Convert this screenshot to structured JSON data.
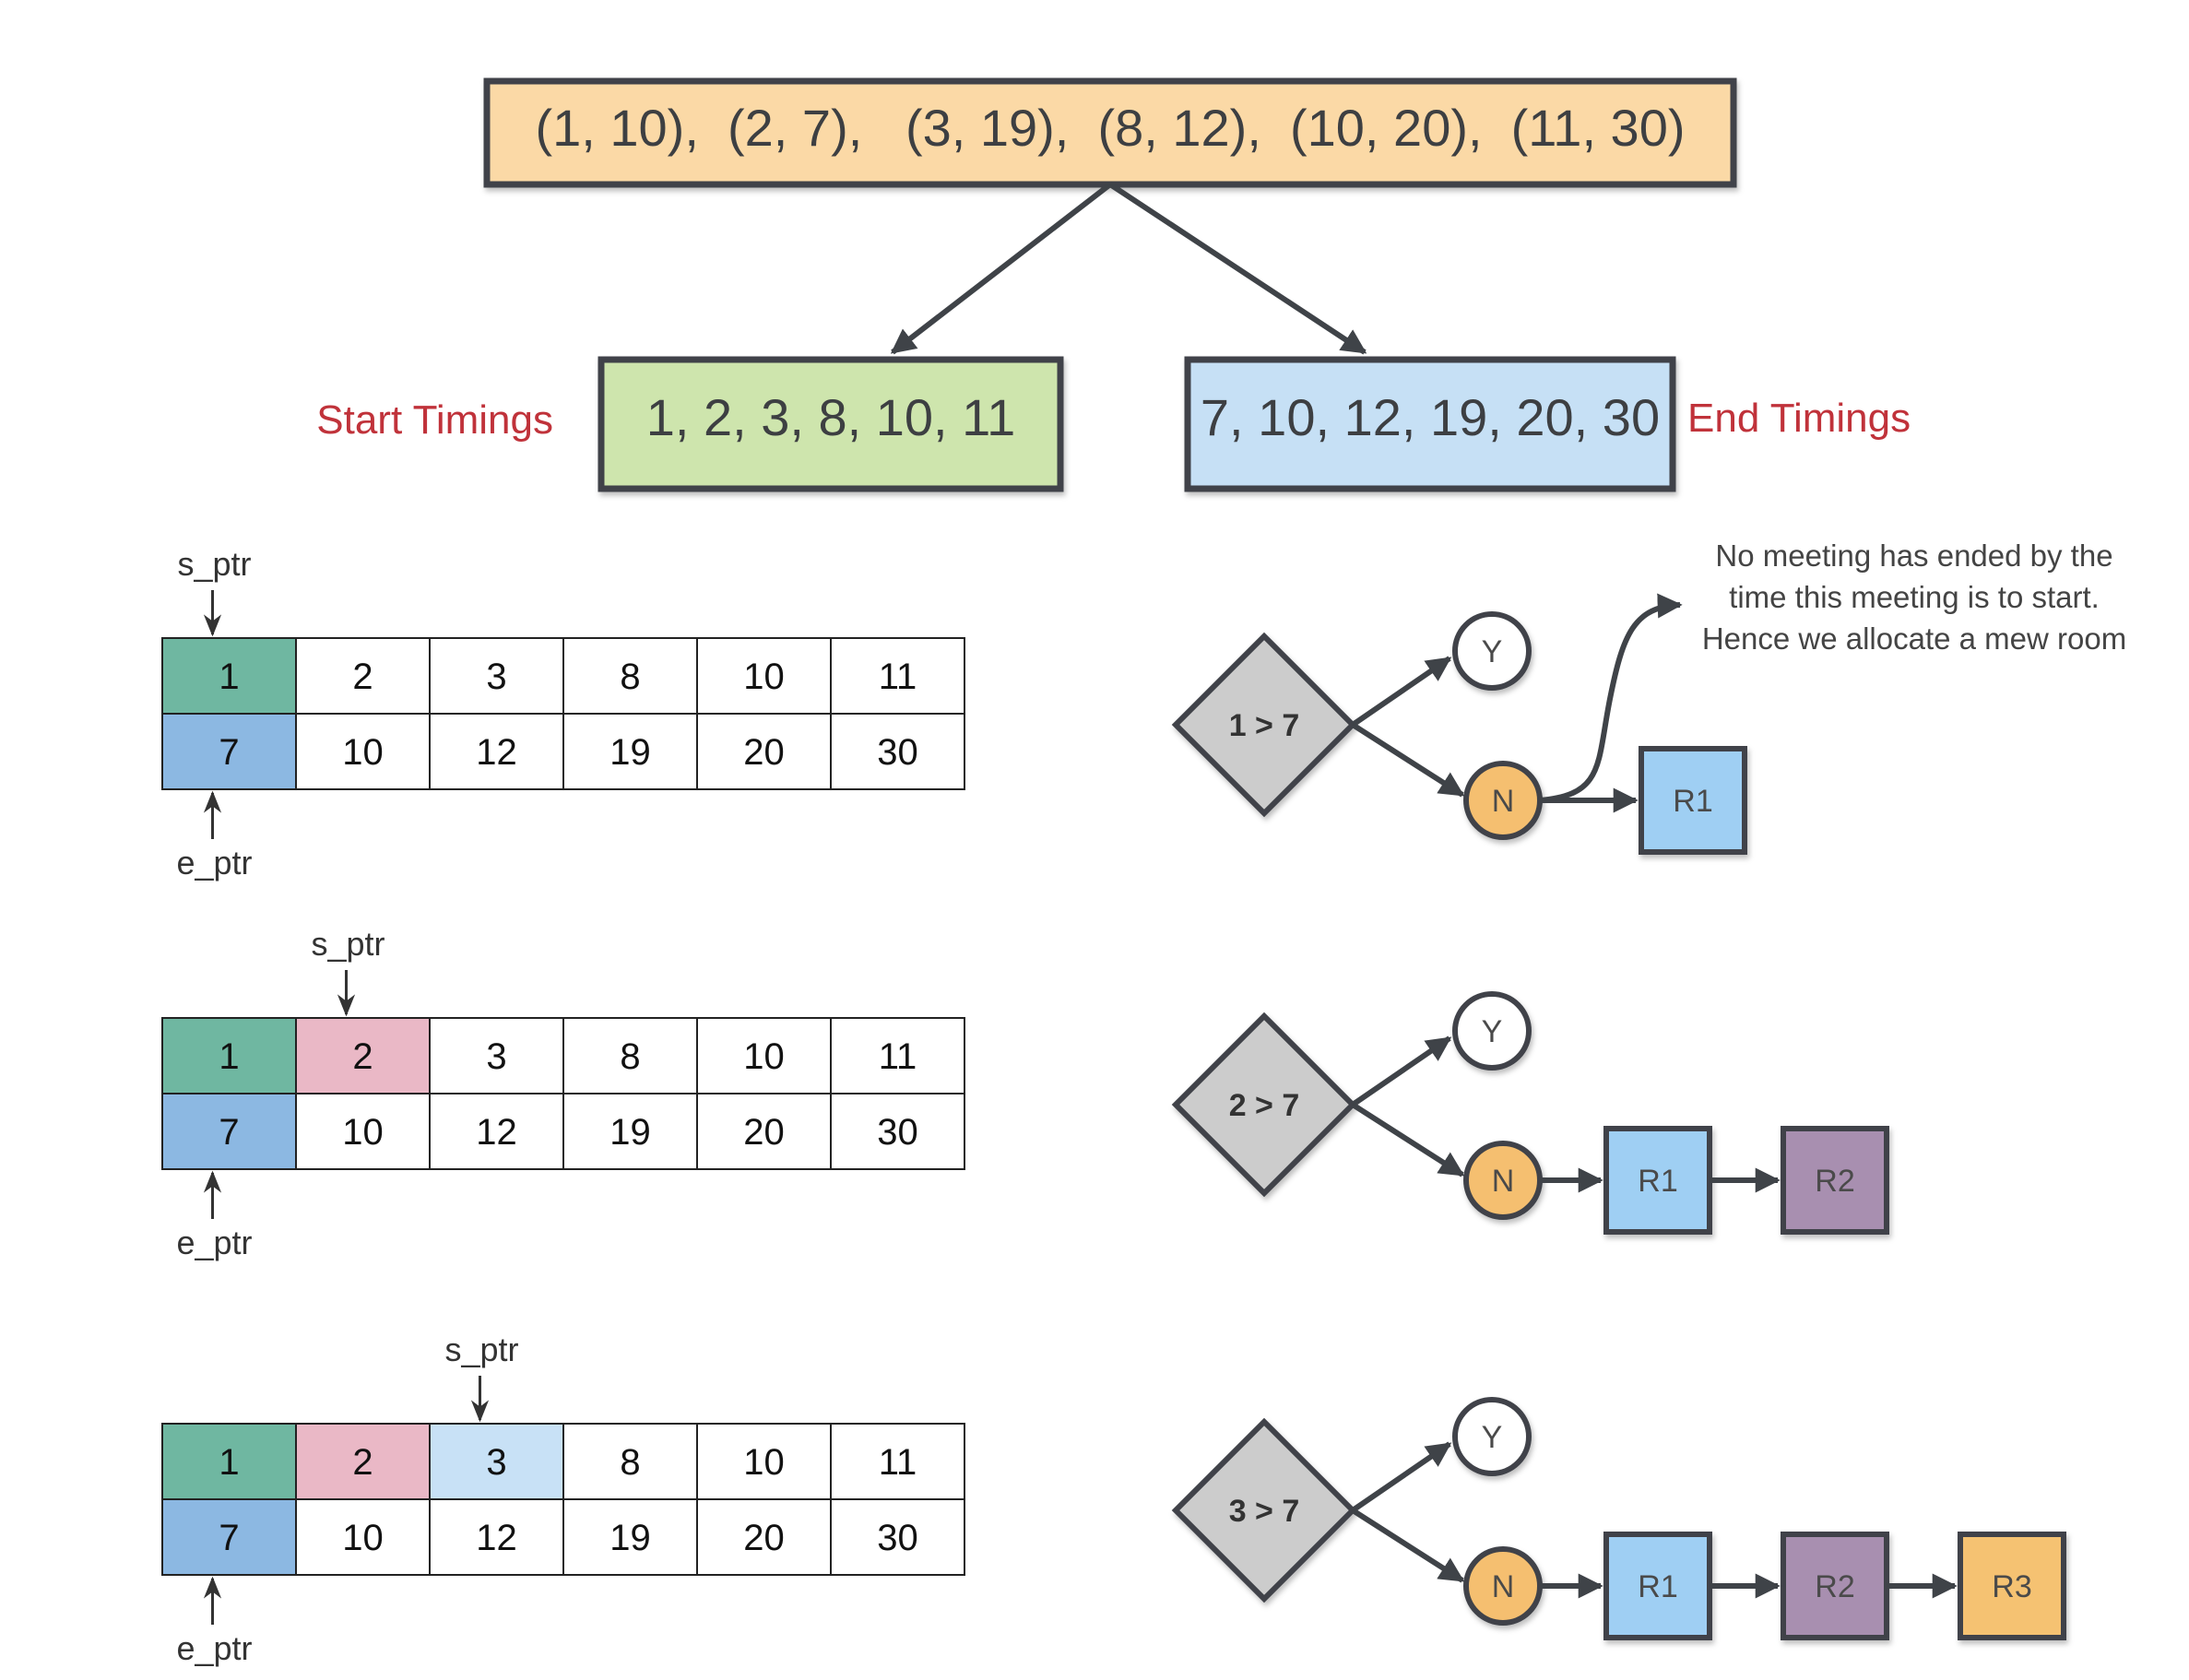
{
  "intervals_text": "(1, 10),  (2, 7),   (3, 19),  (8, 12),  (10, 20),  (11, 30)",
  "start_box": {
    "label": "Start Timings",
    "values_text": "1, 2, 3, 8, 10, 11"
  },
  "end_box": {
    "label": "End Timings",
    "values_text": "7, 10, 12, 19, 20, 30"
  },
  "pointer_labels": {
    "start": "s_ptr",
    "end": "e_ptr"
  },
  "starts": [
    "1",
    "2",
    "3",
    "8",
    "10",
    "11"
  ],
  "ends": [
    "7",
    "10",
    "12",
    "19",
    "20",
    "30"
  ],
  "colors": {
    "intervals_fill": "#fbd9a6",
    "start_fill": "#cee5ad",
    "end_fill": "#c6e0f5",
    "cell_start_current": "#6fb7a1",
    "cell_end_current": "#8cb8e2",
    "cell_visited_2": "#eab8c6",
    "cell_visited_3": "#c8e1f6",
    "diamond_fill": "#cccccc",
    "y_fill": "#ffffff",
    "n_fill": "#f5bf70",
    "room_r1": "#9fcff3",
    "room_r2": "#a88fb0",
    "room_r3": "#f5c272",
    "stroke": "#3f4348",
    "label_red": "#c0323a"
  },
  "note": [
    "No meeting has ended by the",
    "time this meeting is to start.",
    "Hence we allocate a mew room"
  ],
  "steps": [
    {
      "condition": "1 > 7",
      "yes": "Y",
      "no": "N",
      "rooms": [
        "R1"
      ],
      "s_index": 0,
      "e_index": 0
    },
    {
      "condition": "2 > 7",
      "yes": "Y",
      "no": "N",
      "rooms": [
        "R1",
        "R2"
      ],
      "s_index": 1,
      "e_index": 0
    },
    {
      "condition": "3 > 7",
      "yes": "Y",
      "no": "N",
      "rooms": [
        "R1",
        "R2",
        "R3"
      ],
      "s_index": 2,
      "e_index": 0
    }
  ]
}
